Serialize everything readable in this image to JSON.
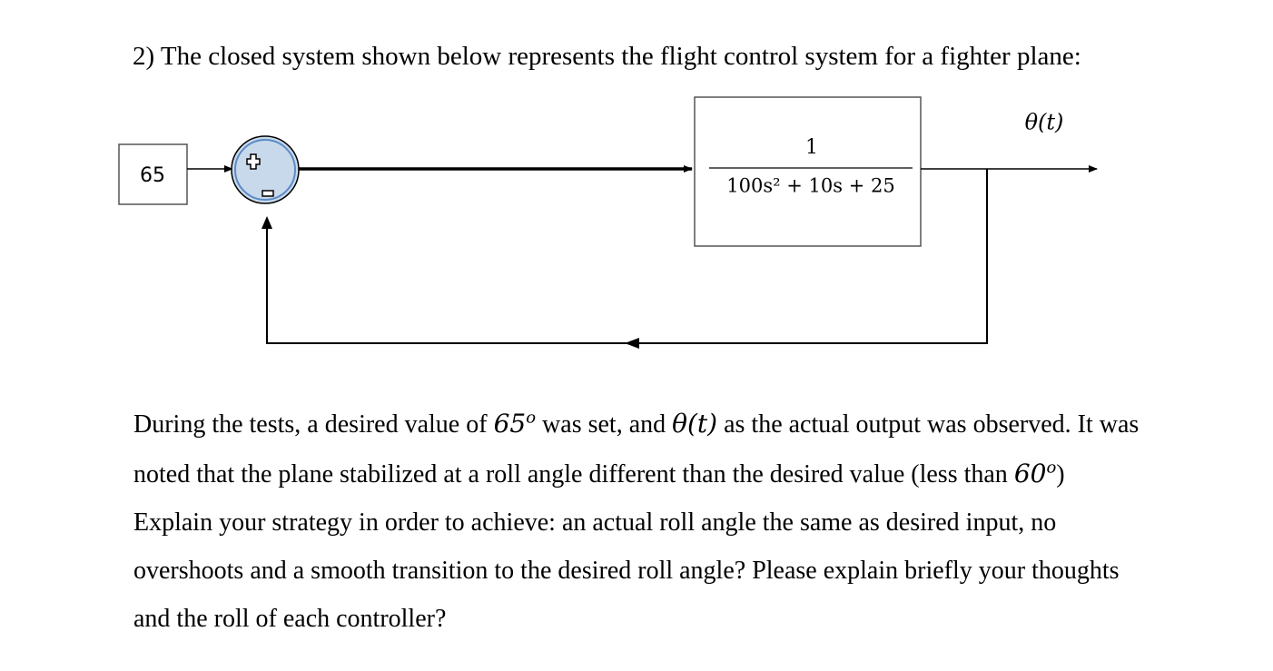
{
  "question": {
    "heading": "2) The closed system shown below represents the flight control system for a fighter plane:"
  },
  "diagram": {
    "input_value": "65",
    "summing_junction": {
      "plus_sign": "+",
      "minus_sign": "−"
    },
    "plant": {
      "numerator": "1",
      "denominator": "100s² + 10s + 25"
    },
    "output_label": "θ(t)"
  },
  "paragraph": {
    "line1": {
      "a": "During the tests, a desired value of ",
      "b": "65",
      "b_sup": "o",
      "c": " was set, and ",
      "d": "θ(t)",
      "e": " as the actual output was observed. It was"
    },
    "line2": {
      "a": "noted that the plane stabilized at a roll angle different than the desired value (less than ",
      "b": "60",
      "b_sup": "o",
      "c": ")"
    },
    "line3": "Explain your strategy in order to achieve: an actual roll angle the same as desired input, no",
    "line4": "overshoots and a smooth transition to the desired roll angle? Please explain briefly your thoughts",
    "line5": "and the roll of each controller?"
  }
}
